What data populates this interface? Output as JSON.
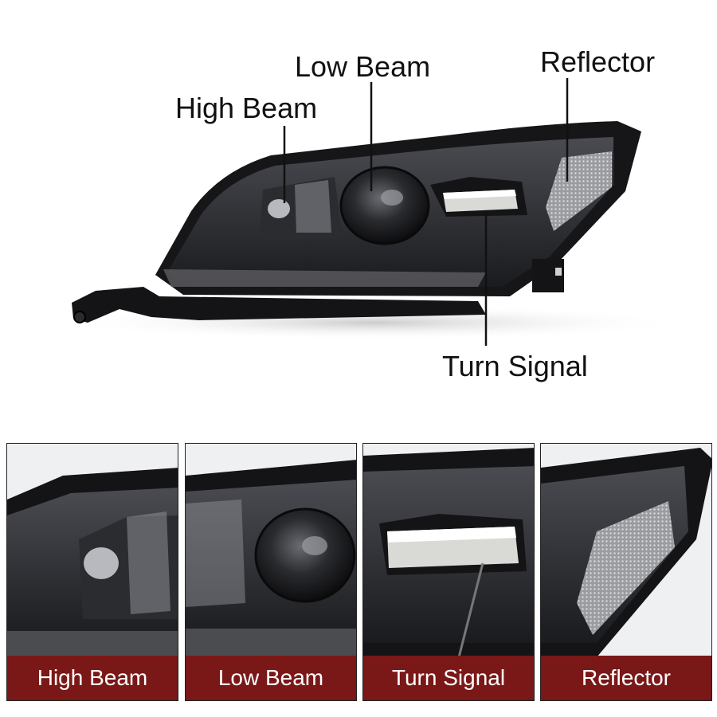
{
  "callouts": {
    "high_beam": "High Beam",
    "low_beam": "Low Beam",
    "reflector": "Reflector",
    "turn_signal": "Turn Signal"
  },
  "detail_panels": [
    {
      "caption": "High Beam",
      "icon": "high-beam-closeup"
    },
    {
      "caption": "Low Beam",
      "icon": "low-beam-closeup"
    },
    {
      "caption": "Turn Signal",
      "icon": "turn-signal-closeup"
    },
    {
      "caption": "Reflector",
      "icon": "reflector-closeup"
    }
  ],
  "colors": {
    "caption_bg": "#7a1818",
    "housing": "#1c1c1e",
    "lens": "#3a3b3f"
  }
}
